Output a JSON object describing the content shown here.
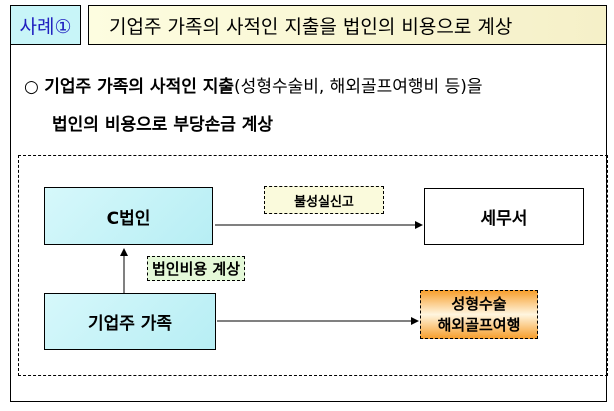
{
  "header": {
    "case_label": "사례①",
    "title": "기업주 가족의 사적인 지출을 법인의 비용으로 계상"
  },
  "bullet": {
    "marker": "○",
    "line1_bold": "기업주 가족의 사적인 지출",
    "line1_normal": "(성형수술비, 해외골프여행비 등)을",
    "line2": "법인의 비용으로 부당손금 계상"
  },
  "diagram": {
    "c_corp": "C법인",
    "tax_office": "세무서",
    "family": "기업주 가족",
    "false_report": "불성실신고",
    "expense_booking": "법인비용 계상",
    "expenses": [
      "성형수술",
      "해외골프여행"
    ]
  },
  "colors": {
    "case_label_bg": "#c8f5f8",
    "case_label_text": "#2020c0",
    "title_bg": "#fdfde0",
    "entity_bg": "#c8f3f7",
    "expense_bg": "#f7a030",
    "false_report_bg": "#fafadc",
    "expense_booking_bg": "#e4f8d8"
  }
}
